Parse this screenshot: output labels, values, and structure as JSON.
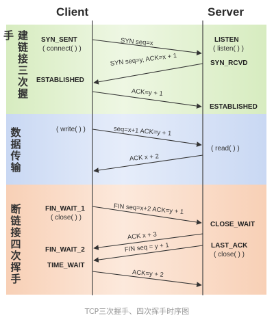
{
  "header": {
    "client": "Client",
    "server": "Server"
  },
  "phases": [
    {
      "label": "建链接三次握手"
    },
    {
      "label": "数据传输"
    },
    {
      "label": "断链接四次挥手"
    }
  ],
  "client_states": {
    "syn_sent": "SYN_SENT",
    "connect": "( connect( ) )",
    "established": "ESTABLISHED",
    "write": "( write( ) )",
    "fin_wait_1": "FIN_WAIT_1",
    "close": "( close( ) )",
    "fin_wait_2": "FIN_WAIT_2",
    "time_wait": "TIME_WAIT"
  },
  "server_states": {
    "listen": "LISTEN",
    "listen_call": "( listen( ) )",
    "syn_rcvd": "SYN_RCVD",
    "established": "ESTABLISHED",
    "read": "( read( ) )",
    "close_wait": "CLOSE_WAIT",
    "last_ack": "LAST_ACK",
    "close": "( close( ) )"
  },
  "messages": [
    {
      "text": "SYN seq=x",
      "dir": "c2s"
    },
    {
      "text": "SYN seq=y, ACK=x + 1",
      "dir": "s2c"
    },
    {
      "text": "ACK=y + 1",
      "dir": "c2s"
    },
    {
      "text": "seq=x+1 ACK=y + 1",
      "dir": "c2s"
    },
    {
      "text": "ACK x + 2",
      "dir": "s2c"
    },
    {
      "text": "FIN seq=x+2 ACK=y + 1",
      "dir": "c2s"
    },
    {
      "text": "ACK x + 3",
      "dir": "s2c"
    },
    {
      "text": "FIN seq = y + 1",
      "dir": "s2c"
    },
    {
      "text": "ACK=y + 2",
      "dir": "c2s"
    }
  ],
  "caption": "TCP三次握手、四次挥手时序图"
}
